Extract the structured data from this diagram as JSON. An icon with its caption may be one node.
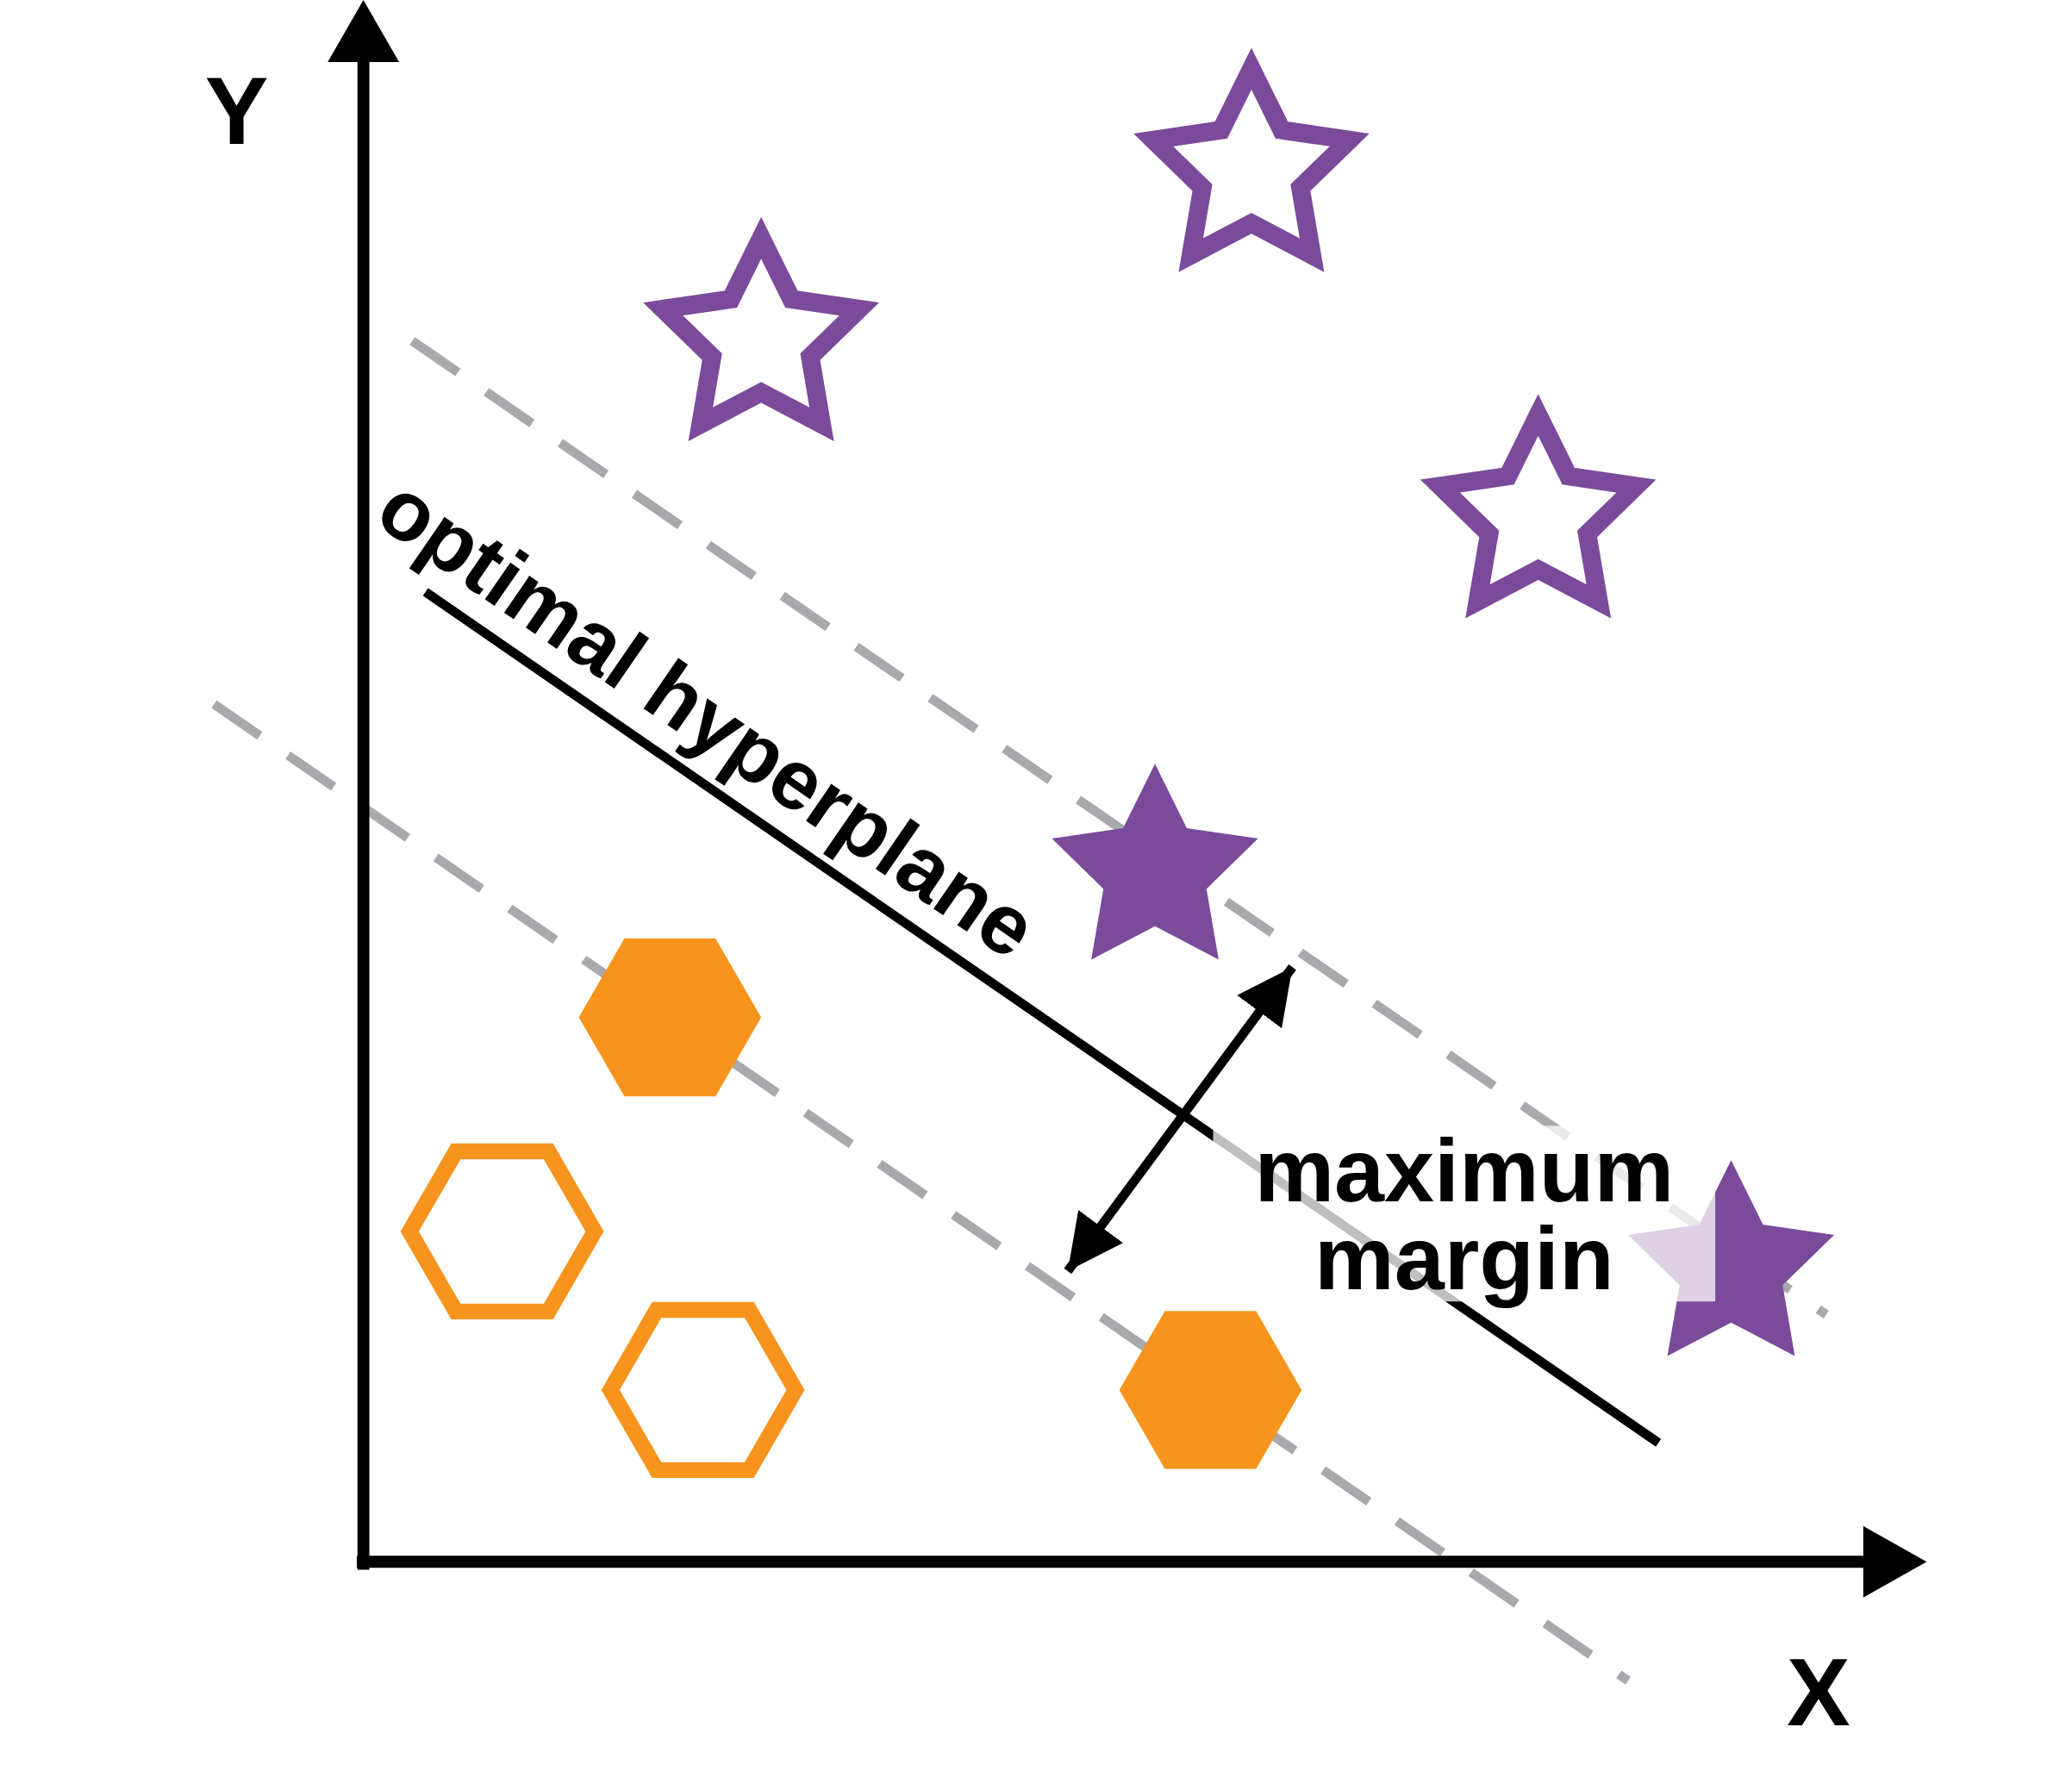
{
  "diagram": {
    "labels": [
      "Y",
      "X",
      "optimal hyperplane",
      "maximum margin"
    ]
  }
}
